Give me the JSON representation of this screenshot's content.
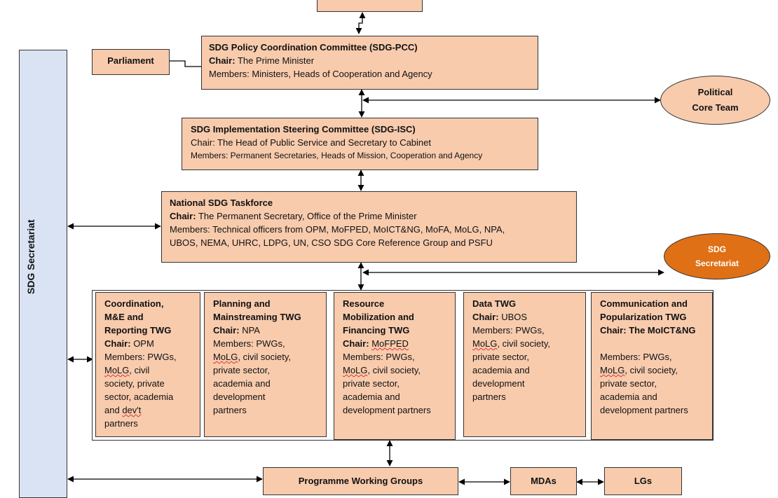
{
  "parliament": "Parliament",
  "pcc": {
    "title": "SDG Policy Coordination Committee (SDG-PCC)",
    "chair_label": "Chair:",
    "chair_value": "The Prime Minister",
    "members_label": "Members:",
    "members_value": "Ministers, Heads of Cooperation and Agency"
  },
  "political_core_team": {
    "line1": "Political",
    "line2": "Core Team"
  },
  "isc": {
    "title": "SDG Implementation Steering Committee (SDG-ISC)",
    "chair": "Chair: The Head of Public Service and Secretary to Cabinet",
    "members": "Members: Permanent Secretaries, Heads of Mission, Cooperation and Agency"
  },
  "taskforce": {
    "title": "National SDG Taskforce",
    "chair_label": "Chair:",
    "chair_value": "The Permanent Secretary, Office of the Prime Minister",
    "members_line1": "Members: Technical officers from OPM, MoFPED, MoICT&NG, MoFA, MoLG, NPA,",
    "members_line2": "UBOS, NEMA, UHRC, LDPG, UN, CSO SDG Core Reference Group and PSFU"
  },
  "sdg_secretariat_oval": {
    "line1": "SDG",
    "line2": "Secretariat"
  },
  "sidebar_label": "SDG Secretariat",
  "twg1": {
    "t1": "Coordination,",
    "t2": "M&E and",
    "t3": "Reporting TWG",
    "chair_label": "Chair:",
    "chair_value": "OPM",
    "m1": "Members: PWGs,",
    "m2": "MoLG",
    "m2b": ", civil",
    "m3": "society, private",
    "m4": "sector, academia",
    "m5a": "and ",
    "m5b": "dev't",
    "m6": "partners"
  },
  "twg2": {
    "t1": "Planning and",
    "t2": "Mainstreaming TWG",
    "chair_label": "Chair:",
    "chair_value": "NPA",
    "m1": "Members: PWGs,",
    "m2": "MoLG",
    "m2b": ", civil society,",
    "m3": "private sector,",
    "m4": "academia and",
    "m5": "development",
    "m6": "partners"
  },
  "twg3": {
    "t1": "Resource",
    "t2": "Mobilization and",
    "t3": "Financing TWG",
    "chair_label": "Chair:",
    "chair_value": "MoFPED",
    "m1": "Members: PWGs,",
    "m2": "MoLG",
    "m2b": ", civil society,",
    "m3": "private sector,",
    "m4": "academia and",
    "m5": "development partners"
  },
  "twg4": {
    "t1": "Data TWG",
    "chair_label": "Chair:",
    "chair_value": "UBOS",
    "m1": "Members: PWGs,",
    "m2": "MoLG",
    "m2b": ", civil society,",
    "m3": "private sector,",
    "m4": "academia and",
    "m5": "development",
    "m6": "partners"
  },
  "twg5": {
    "t1": "Communication and",
    "t2": "Popularization TWG",
    "chair_label": "Chair:",
    "chair_value": "The MoICT&NG",
    "m1": "Members: PWGs,",
    "m2": "MoLG",
    "m2b": ", civil society,",
    "m3": "private sector,",
    "m4": "academia and",
    "m5": "development partners"
  },
  "pwg": "Programme Working Groups",
  "mdas": "MDAs",
  "lgs": "LGs"
}
